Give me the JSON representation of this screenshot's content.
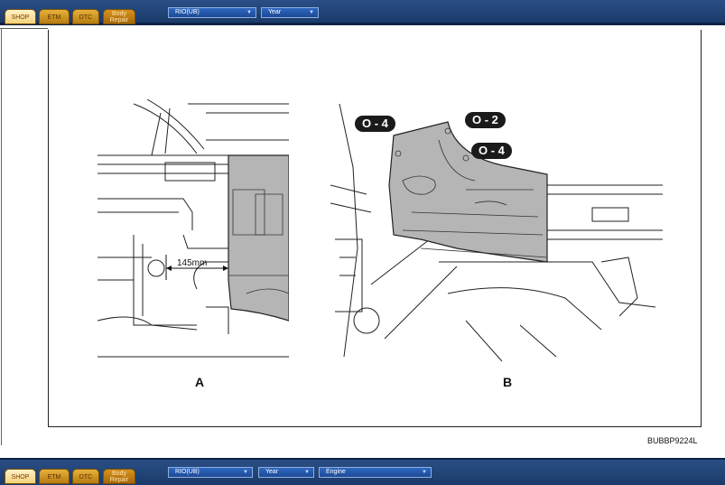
{
  "top_bar": {
    "tabs": [
      "SHOP",
      "ETM",
      "DTC"
    ],
    "body_tab": [
      "Body",
      "Repair"
    ],
    "selects": [
      "RIO(UB)",
      "Year"
    ]
  },
  "bottom_bar": {
    "tabs": [
      "SHOP",
      "ETM",
      "DTC"
    ],
    "body_tab": [
      "Body",
      "Repair"
    ],
    "selects": [
      "RIO(UB)",
      "Year",
      "Engine"
    ]
  },
  "figure": {
    "label_a": "A",
    "label_b": "B",
    "dimension": "145mm",
    "callouts": [
      "O - 4",
      "O - 2",
      "O - 4"
    ],
    "code": "BUBBP9224L"
  },
  "colors": {
    "bar": "#1b3a6a",
    "tab": "#d9a028",
    "select": "#2456a8",
    "shade": "#b5b5b5"
  }
}
